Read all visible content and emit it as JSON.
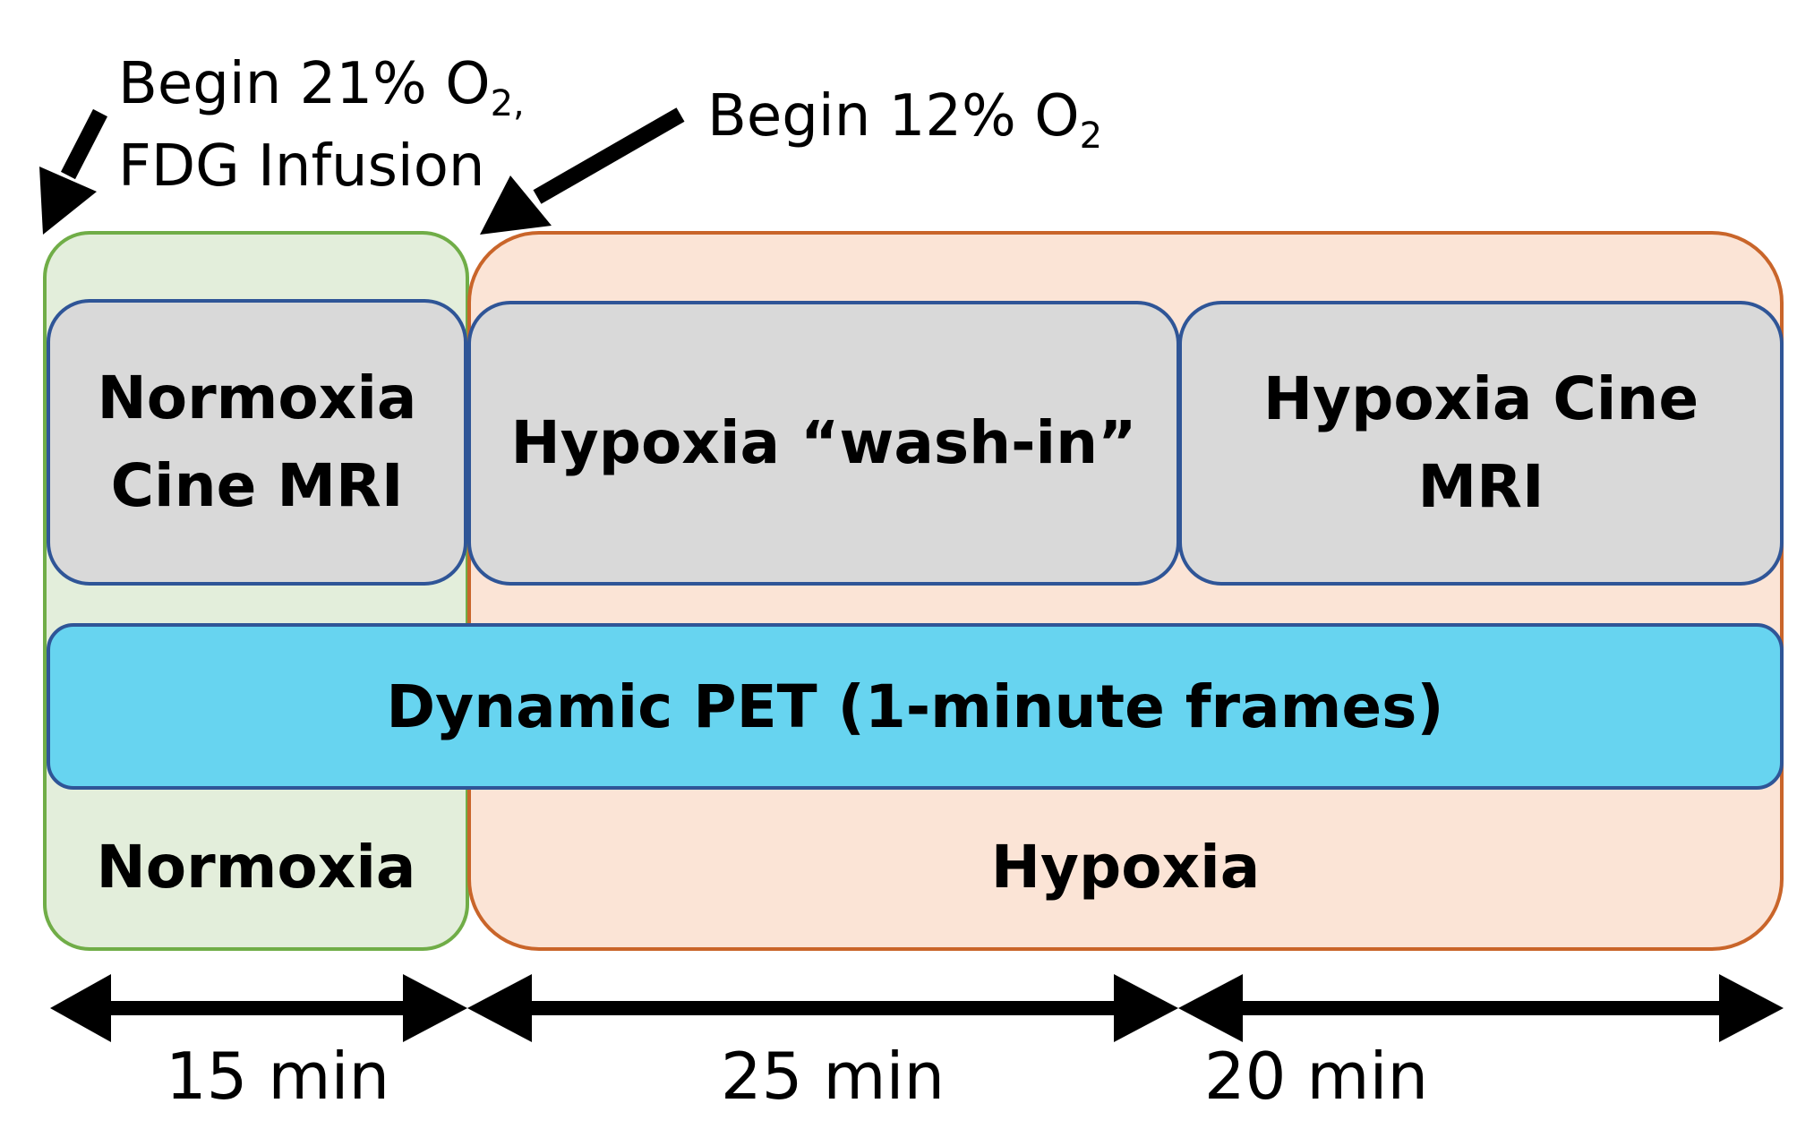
{
  "annotations": {
    "begin_21": {
      "text": "Begin 21% O",
      "sub": "2,",
      "line2": "FDG Infusion"
    },
    "begin_12": {
      "text": "Begin 12% O",
      "sub": "2"
    }
  },
  "phases": {
    "normoxia": {
      "label": "Normoxia",
      "border": "#70ad47",
      "fill": "#e3eedb"
    },
    "hypoxia": {
      "label": "Hypoxia",
      "border": "#c9652a",
      "fill": "#fbe4d6"
    }
  },
  "blocks": {
    "normoxia_cine": {
      "line1": "Normoxia",
      "line2": "Cine MRI"
    },
    "washin": {
      "label": "Hypoxia “wash-in”"
    },
    "hypoxia_cine": {
      "line1": "Hypoxia Cine",
      "line2": "MRI"
    },
    "pet": {
      "label": "Dynamic PET (1-minute frames)",
      "fill": "#67d4f0"
    }
  },
  "durations": [
    "15 min",
    "25 min",
    "20 min"
  ],
  "colors": {
    "block_fill": "#d9d9d9",
    "block_border": "#2f5597",
    "arrow": "#000000"
  }
}
